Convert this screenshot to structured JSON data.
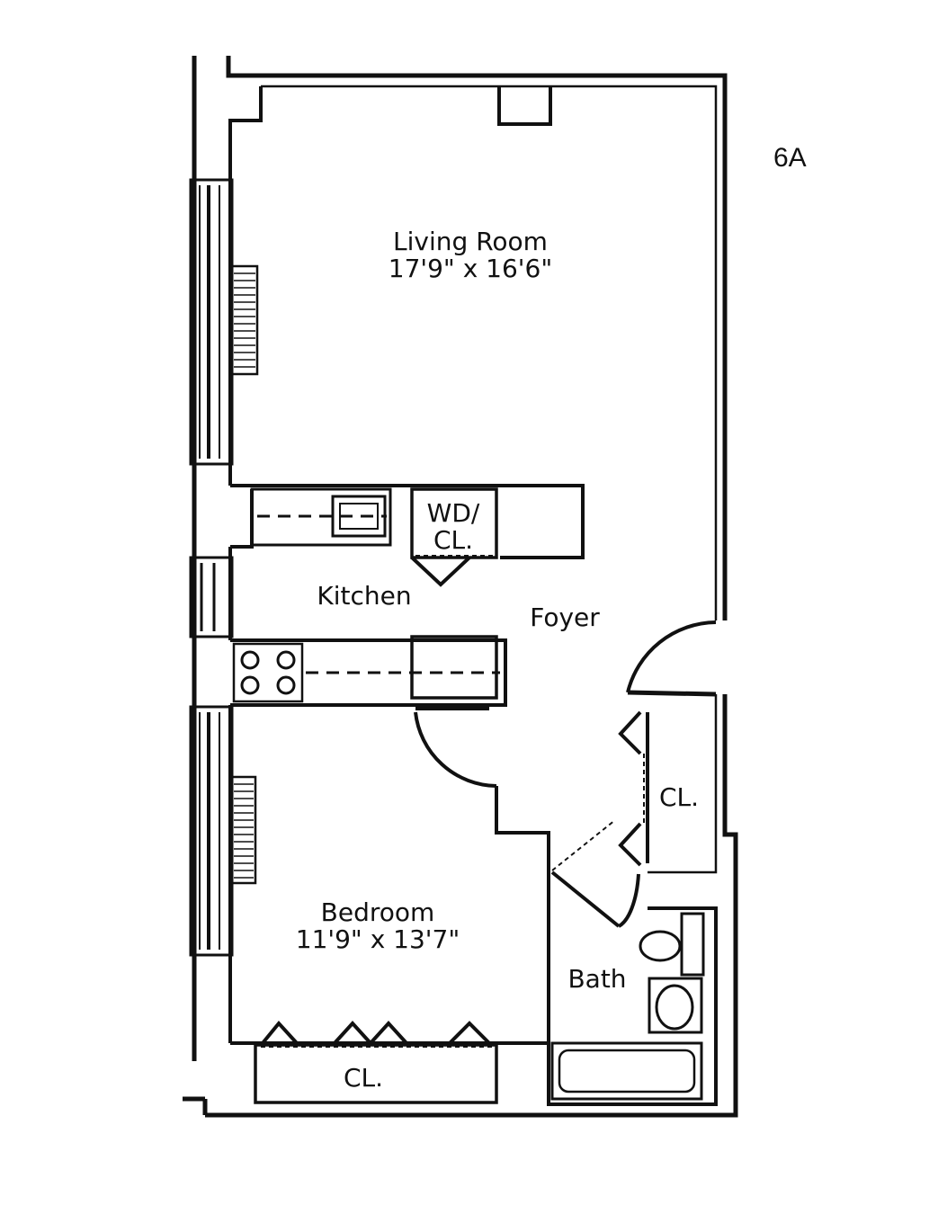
{
  "unit": {
    "label": "6A"
  },
  "rooms": {
    "living": {
      "name": "Living Room",
      "dims": "17'9\" x 16'6\""
    },
    "bedroom": {
      "name": "Bedroom",
      "dims": "11'9\" x 13'7\""
    },
    "kitchen": {
      "name": "Kitchen"
    },
    "foyer": {
      "name": "Foyer"
    },
    "bath": {
      "name": "Bath"
    },
    "wd_closet": {
      "line1": "WD/",
      "line2": "CL."
    },
    "foyer_closet": {
      "name": "CL."
    },
    "bedroom_closet": {
      "name": "CL."
    }
  }
}
